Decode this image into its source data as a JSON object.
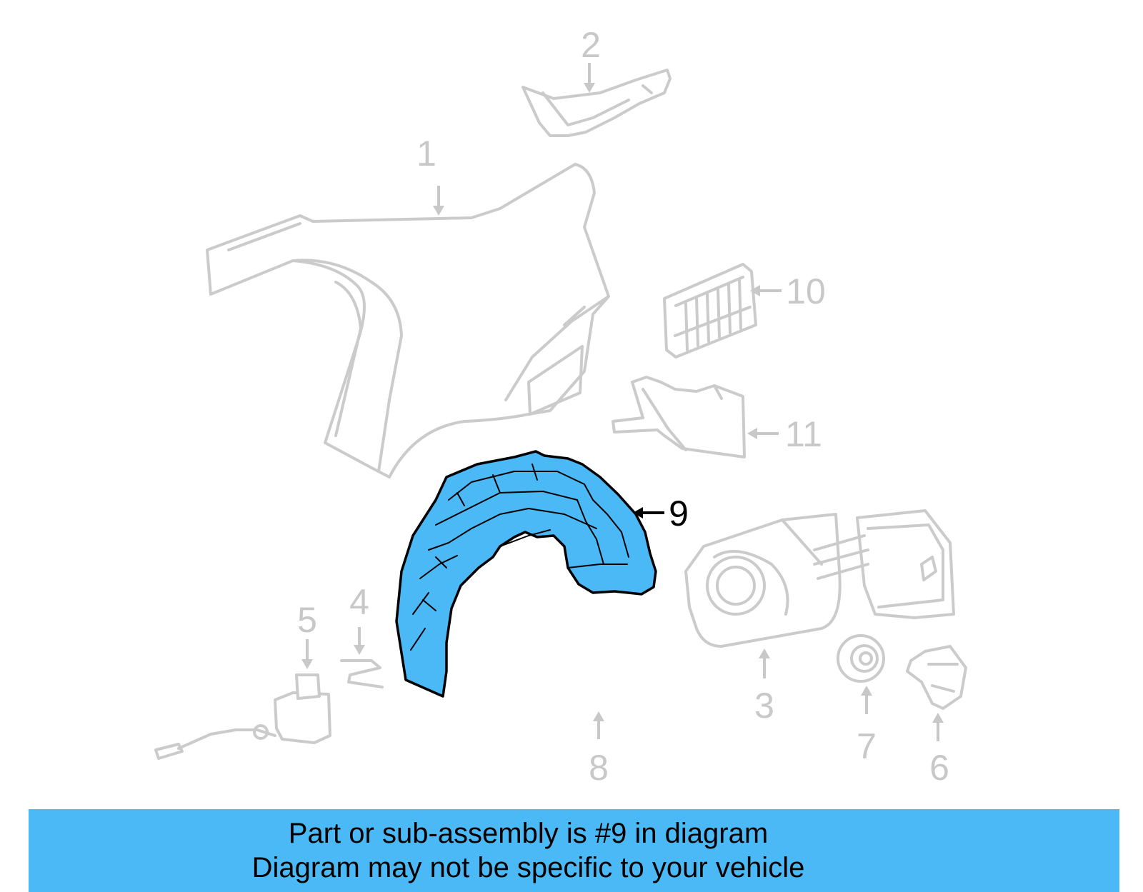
{
  "diagram": {
    "highlighted_callout": "9",
    "colors": {
      "highlight_fill": "#4bb9f5",
      "part_stroke": "#cbcbcb",
      "active_text": "#000000"
    },
    "callouts": {
      "c1": "1",
      "c2": "2",
      "c3": "3",
      "c4": "4",
      "c5": "5",
      "c6": "6",
      "c7": "7",
      "c8": "8",
      "c9": "9",
      "c10": "10",
      "c11": "11"
    }
  },
  "banner": {
    "line1": "Part or sub-assembly is #9 in diagram",
    "line2": "Diagram may not be specific to your vehicle"
  }
}
